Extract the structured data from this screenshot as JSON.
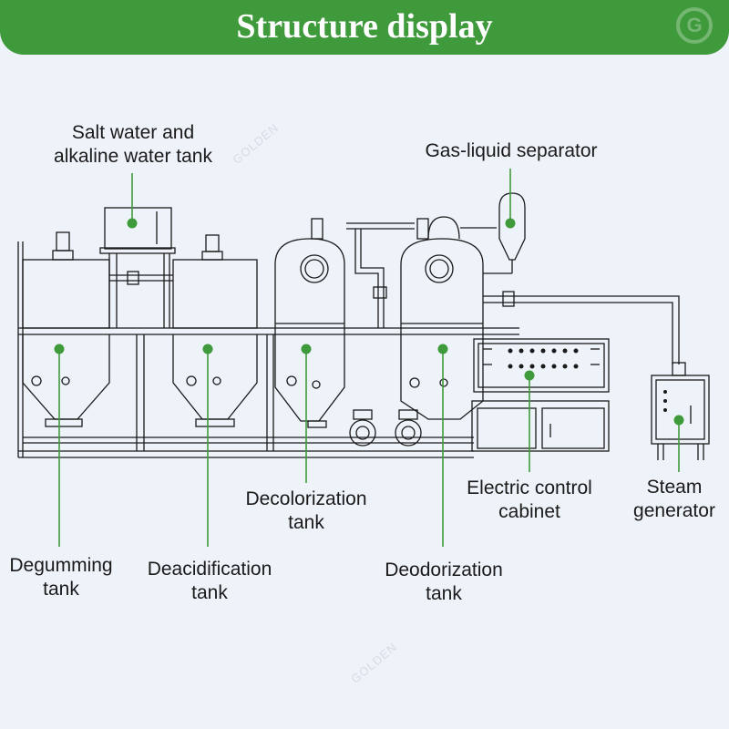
{
  "header": {
    "title": "Structure display",
    "logo_icon": "gcircle-logo-icon"
  },
  "colors": {
    "banner": "#3f9a3c",
    "accent": "#3f9a3c",
    "line": "#1a1a1a",
    "background": "#eef2f9"
  },
  "labels": {
    "salt_water_tank": [
      "Salt water and",
      "alkaline water tank"
    ],
    "gas_liquid_separator": [
      "Gas-liquid separator"
    ],
    "decolorization_tank": [
      "Decolorization",
      "tank"
    ],
    "electric_control_cabinet": [
      "Electric control",
      "cabinet"
    ],
    "steam_generator": [
      "Steam",
      "generator"
    ],
    "degumming_tank": [
      "Degumming",
      "tank"
    ],
    "deacidification_tank": [
      "Deacidification",
      "tank"
    ],
    "deodorization_tank": [
      "Deodorization",
      "tank"
    ]
  },
  "watermark": {
    "text": "GOLDEN"
  }
}
